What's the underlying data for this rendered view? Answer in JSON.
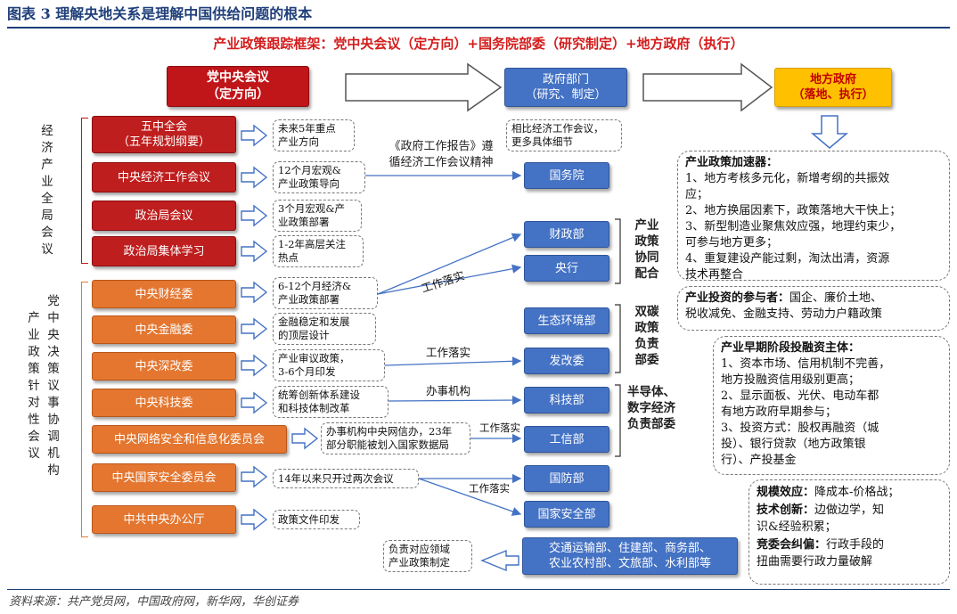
{
  "figure_title": "图表 3   理解央地关系是理解中国供给问题的根本",
  "subtitle": "产业政策跟踪框架：党中央会议（定方向）+国务院部委（研究制定）+地方政府（执行）",
  "source": "资料来源：共产党员网，中国政府网，新华网，华创证券",
  "top": {
    "central_committee": [
      "党中央会议",
      "（定方向）"
    ],
    "gov_departments": [
      "政府部门",
      "（研究、制定）"
    ],
    "local_gov": [
      "地方政府",
      "（落地、执行）"
    ]
  },
  "left_label_economic": [
    "经",
    "济",
    "产",
    "业",
    "全",
    "局",
    "会",
    "议"
  ],
  "left_label_decision": [
    [
      "党",
      "中",
      "央",
      "决",
      "策",
      "议",
      "事",
      "协",
      "调",
      "机",
      "构"
    ],
    [
      "产",
      "业",
      "政",
      "策",
      "针",
      "对",
      "性",
      "会",
      "议"
    ]
  ],
  "meetings_red": [
    {
      "name": [
        "五中全会",
        "（五年规划纲要）"
      ],
      "note": [
        "未来5年重点",
        "产业方向"
      ]
    },
    {
      "name": [
        "中央经济工作会议"
      ],
      "note": [
        "12个月宏观&",
        "产业政策导向"
      ]
    },
    {
      "name": [
        "政治局会议"
      ],
      "note": [
        "3个月宏观&产",
        "业政策部署"
      ]
    },
    {
      "name": [
        "政治局集体学习"
      ],
      "note": [
        "1-2年高层关注",
        "热点"
      ]
    }
  ],
  "meetings_orange": [
    {
      "name": "中央财经委",
      "note": [
        "6-12个月经济&",
        "产业政策部署"
      ]
    },
    {
      "name": "中央金融委",
      "note": [
        "金融稳定和发展",
        "的顶层设计"
      ]
    },
    {
      "name": "中央深改委",
      "note": [
        "产业审议政策，",
        "3-6个月印发"
      ]
    },
    {
      "name": "中央科技委",
      "note": [
        "统筹创新体系建设",
        "和科技体制改革"
      ]
    },
    {
      "name": "中央网络安全和信息化委员会",
      "note": [
        "办事机构中央网信办，23年",
        "部分职能被划入国家数据局"
      ]
    },
    {
      "name": "中央国家安全委员会",
      "note": [
        "14年以来只开过两次会议"
      ]
    },
    {
      "name": "中共中央办公厅",
      "note": [
        "政策文件印发"
      ]
    }
  ],
  "gov_note": [
    "相比经济工作会议，",
    "更多具体细节"
  ],
  "report_text": [
    "《政府工作报告》遵",
    "循经济工作会议精神"
  ],
  "ministries": {
    "state_council": "国务院",
    "mof": "财政部",
    "pboc": "央行",
    "mee": "生态环境部",
    "ndrc": "发改委",
    "most": "科技部",
    "miit": "工信部",
    "mod": "国防部",
    "mss": "国家安全部",
    "others": [
      "交通运输部、住建部、商务部、",
      "农业农村部、文旅部、水利部等"
    ]
  },
  "group_labels": {
    "policy_coordination": [
      "产业",
      "政策",
      "协同",
      "配合"
    ],
    "dual_carbon": [
      "双碳",
      "政策",
      "负责",
      "部委"
    ],
    "semiconductor": [
      "半导体、",
      "数字经济",
      "负责部委"
    ]
  },
  "line_labels": {
    "implement1": "工作落实",
    "implement2": "工作落实",
    "agency": "办事机构",
    "implement3": "工作落实",
    "implement4": "工作落实"
  },
  "others_note": [
    "负责对应领域",
    "产业政策制定"
  ],
  "panel_accelerator": {
    "heading": "产业政策加速器：",
    "items": [
      "1、地方考核多元化，新增考纲的共振效",
      "应；",
      "2、地方换届因素下，政策落地大干快上；",
      "3、新型制造业聚焦效应强，地理约束少，",
      "可参与地方更多；",
      "4、重复建设产能过剩，淘汰出清，资源",
      "技术再整合"
    ]
  },
  "panel_participants": {
    "heading": "产业投资的参与者：",
    "text_first": "国企、廉价土地、",
    "text_rest": "税收减免、金融支持、劳动力户籍政策"
  },
  "panel_financing": {
    "heading": "产业早期阶段投融资主体：",
    "items": [
      "1、资本市场、信用机制不完善，",
      "地方投融资信用级别更高；",
      "2、显示面板、光伏、电动车都",
      "有地方政府早期参与；",
      "3、投资方式：股权再融资（城",
      "投）、银行贷款（地方政策银",
      "行）、产投基金"
    ]
  },
  "panel_effects": {
    "line1_b": "规模效应：",
    "line1": "降成本-价格战；",
    "line2_b": "技术创新：",
    "line2": "边做边学，知",
    "line3": "识&经验积累；",
    "line4_b": "竞委会纠偏：",
    "line4": "行政手段的",
    "line5": "扭曲需要行政力量破解"
  }
}
